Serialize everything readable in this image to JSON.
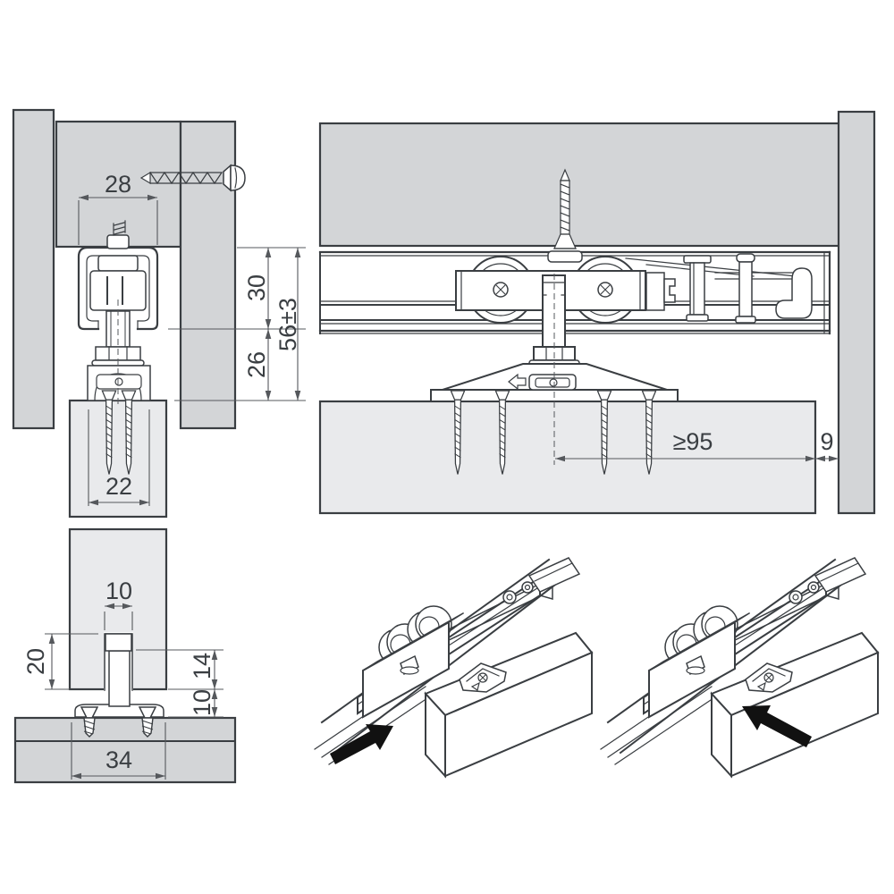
{
  "colors": {
    "background": "#ffffff",
    "structure_fill": "#d3d5d7",
    "door_fill": "#e9eaec",
    "outline": "#3a3e42",
    "dim_color": "#55585c",
    "arrow_black": "#111111"
  },
  "panels": {
    "top_left": {
      "dim_track_width": "28",
      "dim_track_height": "30",
      "dim_overall_height": "56±3",
      "dim_bolt_clearance": "26",
      "dim_screw_spacing": "22"
    },
    "top_right": {
      "dim_min_distance": "≥95",
      "dim_wall_gap": "9"
    },
    "bottom_left": {
      "dim_groove_width": "10",
      "dim_groove_depth": "20",
      "dim_guide_engagement": "14",
      "dim_floor_clearance": "10",
      "dim_base_width": "34"
    }
  }
}
